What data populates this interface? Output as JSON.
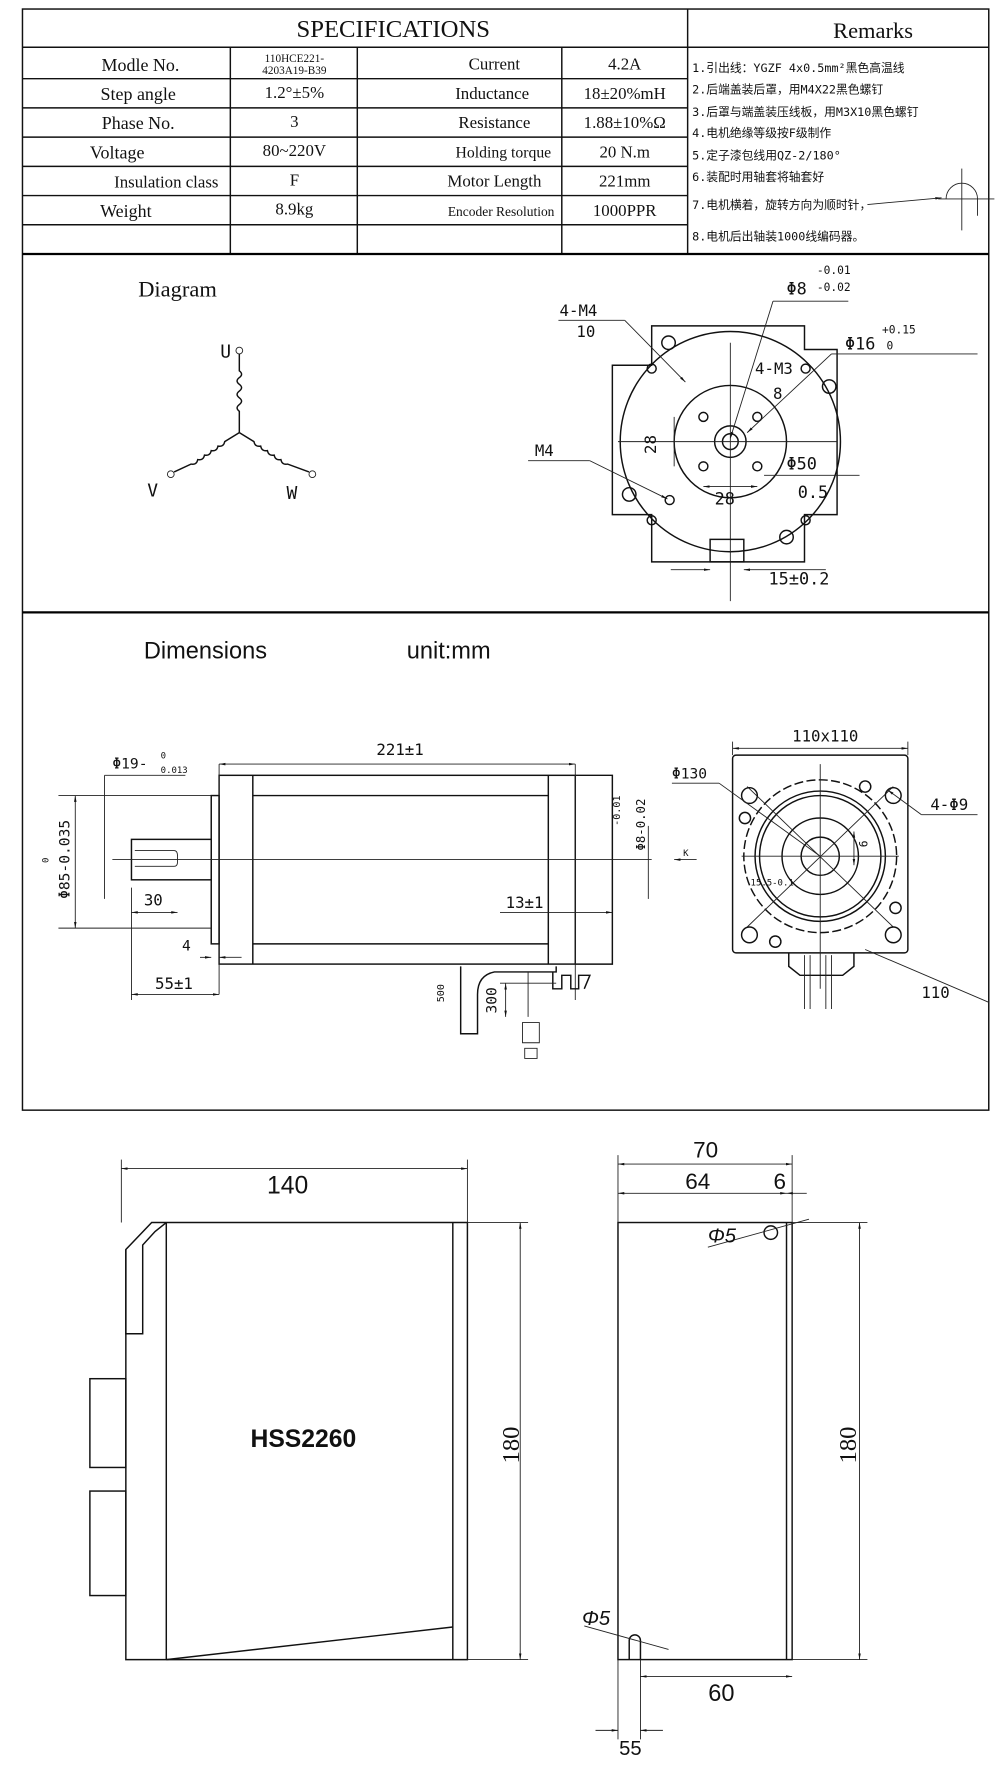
{
  "specifications": {
    "title": "SPECIFICATIONS",
    "rows": [
      {
        "label": "Modle No.",
        "value_line1": "110HCE221-",
        "value_line2": "4203A19-B39",
        "label2": "Current",
        "value2": "4.2A"
      },
      {
        "label": "Step angle",
        "value": "1.2°±5%",
        "label2": "Inductance",
        "value2": "18±20%mH"
      },
      {
        "label": "Phase No.",
        "value": "3",
        "label2": "Resistance",
        "value2": "1.88±10%Ω"
      },
      {
        "label": "Voltage",
        "value": "80~220V",
        "label2": "Holding torque",
        "value2": "20 N.m"
      },
      {
        "label": "Insulation class",
        "value": "F",
        "label2": "Motor Length",
        "value2": "221mm"
      },
      {
        "label": "Weight",
        "value": "8.9kg",
        "label2": "Encoder Resolution",
        "value2": "1000PPR"
      }
    ]
  },
  "remarks": {
    "title": "Remarks",
    "items": [
      "1.引出线：YGZF 4x0.5mm²黑色高温线",
      "2.后端盖装后罩，用M4X22黑色螺钉",
      "3.后罩与端盖装压线板，用M3X10黑色螺钉",
      "4.电机绝缘等级按F级制作",
      "5.定子漆包线用QZ-2/180°",
      "6.装配时用轴套将轴套好",
      "7.电机横着，旋转方向为顺时针，",
      "8.电机后出轴装1000线编码器。"
    ]
  },
  "diagram": {
    "title": "Diagram",
    "phases": [
      "U",
      "V",
      "W"
    ],
    "labels": {
      "four_m4": "4-M4",
      "ten": "10",
      "phi8": "Φ8",
      "phi8_upper": "-0.01",
      "phi8_lower": "-0.02",
      "phi16": "Φ16",
      "phi16_upper": "+0.15",
      "phi16_lower": "0",
      "four_m3": "4-M3",
      "eight": "8",
      "m4": "M4",
      "dim28_v": "28",
      "dim28_h": "28",
      "phi50": "Φ50",
      "half": "0.5",
      "key": "15±0.2"
    }
  },
  "dimensions": {
    "title": "Dimensions",
    "unit": "unit:mm",
    "side": {
      "length": "221±1",
      "phi19": "Φ19-",
      "phi19_upper": "0",
      "phi19_lower": "0.013",
      "phi85": "Φ85-0.035",
      "phi85_upper": "0",
      "shaft": "30",
      "rear": "13±1",
      "flange": "4",
      "total": "55±1",
      "phi8": "Φ8-0.02",
      "phi8_upper": "-0.01",
      "cable1": "500",
      "cable2": "300",
      "k": "K"
    },
    "front": {
      "square": "110x110",
      "phi130": "Φ130",
      "holes": "4-Φ9",
      "six": "6",
      "key": "15.5-0.1",
      "lead": "110"
    }
  },
  "driver": {
    "model": "HSS2260",
    "width": "140",
    "height": "180",
    "depth": "70",
    "d64": "64",
    "d6": "6",
    "hole_top": "Φ5",
    "hole_bottom": "Φ5",
    "d60": "60",
    "d55": "55",
    "height2": "180"
  }
}
